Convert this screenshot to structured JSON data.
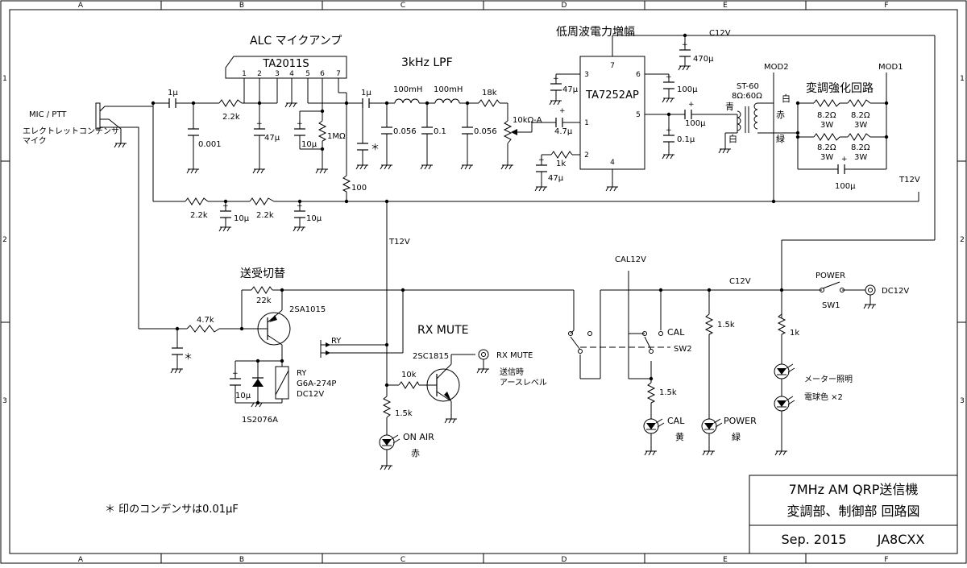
{
  "frame": {
    "col_labels": [
      "A",
      "B",
      "C",
      "D",
      "E",
      "F"
    ],
    "row_labels": [
      "1",
      "2",
      "3"
    ]
  },
  "sections": {
    "alc": "ALC マイクアンプ",
    "lpf": "3kHz LPF",
    "pa": "低周波電力増幅",
    "mod": "変調強化回路",
    "txrx": "送受切替",
    "rxmute": "RX MUTE"
  },
  "ic": {
    "ta2011": {
      "name": "TA2011S",
      "pins": [
        "1",
        "2",
        "3",
        "4",
        "5",
        "6",
        "7"
      ]
    },
    "ta7252": {
      "name": "TA7252AP",
      "pins": [
        "7",
        "6",
        "3",
        "5",
        "1",
        "2",
        "4"
      ]
    }
  },
  "labels": {
    "mic_ptt": "MIC / PTT",
    "mic1": "エレクトレットコンデンサ",
    "mic2": "マイク",
    "c12v_top": "C12V",
    "mod2": "MOD2",
    "mod1": "MOD1",
    "st60": "ST-60",
    "st60_imp": "8Ω:60Ω",
    "ao": "青",
    "shiro1": "白",
    "shiro2": "白",
    "aka1": "赤",
    "midori1": "緑",
    "t12v_right": "T12V",
    "t12v_mid": "T12V",
    "ry_contact": "RY",
    "ry_coil": "RY",
    "ry_part": "G6A-274P",
    "ry_v": "DC12V",
    "diode": "1S2076A",
    "q1": "2SA1015",
    "q2": "2SC1815",
    "rxmute_out": "RX  MUTE",
    "tx_ground1": "送信時",
    "tx_ground2": "アースレベル",
    "on_air": "ON AIR",
    "aka2": "赤",
    "cal12v": "CAL12V",
    "c12v_bus": "C12V",
    "cal": "CAL",
    "sw2": "SW2",
    "power": "POWER",
    "sw1": "SW1",
    "dc12v": "DC12V",
    "cal_led": "CAL",
    "ki": "黄",
    "power_led": "POWER",
    "midori2": "緑",
    "meter1": "メーター照明",
    "meter2": "電球色 ×2",
    "asterisk1": "＊",
    "asterisk2": "＊",
    "note": "＊ 印のコンデンサは0.01μF"
  },
  "values": {
    "c_in": "1μ",
    "r_22k_a": "2.2k",
    "c_0001": "0.001",
    "c_47u_a": "47μ",
    "c_10u_a": "10μ",
    "r_1m": "1MΩ",
    "r_100": "100",
    "c_1u_b": "1μ",
    "l_100mh_1": "100mH",
    "l_100mh_2": "100mH",
    "c_0056_1": "0.056",
    "c_01": "0.1",
    "c_0056_2": "0.056",
    "r_18k": "18k",
    "vr_10k": "10kΩ-A",
    "c_47u_b": "47μ",
    "c_47u_c": "4.7μ",
    "r_1k_a": "1k",
    "c_47u_d": "47μ",
    "c_470u": "470μ",
    "c_100u_a": "100μ",
    "c_100u_b": "100μ",
    "c_01u": "0.1μ",
    "r_82_1": "8.2Ω",
    "r_82_1w": "3W",
    "r_82_2": "8.2Ω",
    "r_82_2w": "3W",
    "r_82_3": "8.2Ω",
    "r_82_3w": "3W",
    "r_82_4": "8.2Ω",
    "r_82_4w": "3W",
    "c_100u_c": "100μ",
    "r_22k_b": "2.2k",
    "c_10u_b": "10μ",
    "r_22k_c": "2.2k",
    "c_10u_c": "10μ",
    "r_22k": "22k",
    "r_47k": "4.7k",
    "c_10u_d": "10μ",
    "r_10k": "10k",
    "r_15k_a": "1.5k",
    "r_15k_b": "1.5k",
    "r_15k_c": "1.5k",
    "r_1k_b": "1k"
  },
  "title_block": {
    "title": "7MHz AM QRP送信機",
    "subtitle": "変調部、制御部 回路図",
    "date": "Sep. 2015",
    "callsign": "JA8CXX"
  }
}
